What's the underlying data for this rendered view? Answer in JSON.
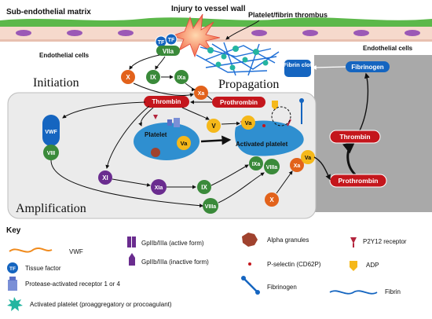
{
  "top": {
    "matrix_label": "Sub-endothelial matrix",
    "injury_label": "Injury to vessel wall",
    "thrombus_label": "Platelet/fibrin thrombus",
    "endo_left": "Endothelial cells",
    "endo_right": "Endothelial cells"
  },
  "phases": {
    "initiation": "Initiation",
    "propagation": "Propagation",
    "amplification": "Amplification"
  },
  "factors": {
    "tf": "TF",
    "viia": "VIIa",
    "x": "X",
    "ix": "IX",
    "ixa": "IXa",
    "xa": "Xa",
    "v": "V",
    "va": "Va",
    "vwf": "VWF",
    "viii": "VIII",
    "viiia": "VIIIa",
    "xi": "XI",
    "xia": "XIa",
    "thrombin": "Thrombin",
    "prothrombin": "Prothrombin",
    "fibrinogen": "Fibrinogen",
    "fibrin_clot": "Fibrin clot"
  },
  "cells": {
    "platelet": "Platelet",
    "activated_platelet": "Activated platelet"
  },
  "key": {
    "title": "Key",
    "vwf": "VWF",
    "tissue_factor": "Tissue factor",
    "par": "Protease-activated receptor 1 or 4",
    "activated_platelet": "Activated platelet (proaggregatory or procoagulant)",
    "gp_active": "GpIIb/IIIa (active form)",
    "gp_inactive": "GpIIb/IIIa (inactive form)",
    "alpha_granules": "Alpha granules",
    "p_selectin": "P-selectin (CD62P)",
    "p2y12": "P2Y12 receptor",
    "adp": "ADP",
    "fibrinogen": "Fibrinogen",
    "fibrin": "Fibrin"
  },
  "colors": {
    "green_factor": "#3a8a3a",
    "orange_factor": "#e2621b",
    "purple_factor": "#6a2c8f",
    "thrombin_red": "#c4161c",
    "blue_label": "#1565c0",
    "platelet_blue": "#2f8fd0",
    "yellow_factor": "#f5b81a",
    "matrix_green": "#5cb84a",
    "endothelium": "#f6d9cc",
    "propagation_gray": "#a9a9a9"
  }
}
